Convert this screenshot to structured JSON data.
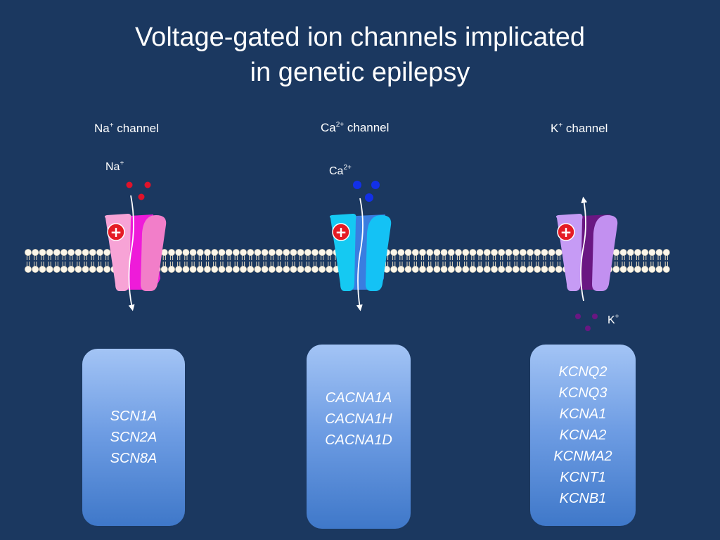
{
  "title": {
    "line1": "Voltage-gated ion channels implicated",
    "line2": "in genetic epilepsy"
  },
  "channels": [
    {
      "id": "na",
      "label": "Na",
      "label_sup": "+",
      "label_suffix": " channel",
      "ion": "Na",
      "ion_sup": "+",
      "ion_color": "#e0122a",
      "flow": "inward",
      "left_color": "#f7a3d6",
      "back_color": "#ee1bd9",
      "right_color": "#f27ec9",
      "genes": [
        "SCN1A",
        "SCN2A",
        "SCN8A"
      ]
    },
    {
      "id": "ca",
      "label": "Ca",
      "label_sup": "2+",
      "label_suffix": " channel",
      "ion": "Ca",
      "ion_sup": "2+",
      "ion_color": "#1230e8",
      "flow": "inward",
      "left_color": "#15c9f2",
      "back_color": "#3a7de0",
      "right_color": "#14c2f5",
      "genes": [
        "CACNA1A",
        "CACNA1H",
        "CACNA1D"
      ]
    },
    {
      "id": "k",
      "label": "K",
      "label_sup": "+",
      "label_suffix": " channel",
      "ion": "K",
      "ion_sup": "+",
      "ion_color": "#6a1782",
      "flow": "outward",
      "left_color": "#c69bf5",
      "back_color": "#6a1782",
      "right_color": "#c290f0",
      "genes": [
        "KCNQ2",
        "KCNQ3",
        "KCNA1",
        "KCNA2",
        "KCNMA2",
        "KCNT1",
        "KCNB1"
      ]
    }
  ],
  "voltage_sensor_symbol": "+",
  "colors": {
    "background": "#1b3860",
    "membrane_head": "#fbf6ea",
    "membrane_tail": "#e8dcc0",
    "sensor_red": "#e51b24"
  }
}
